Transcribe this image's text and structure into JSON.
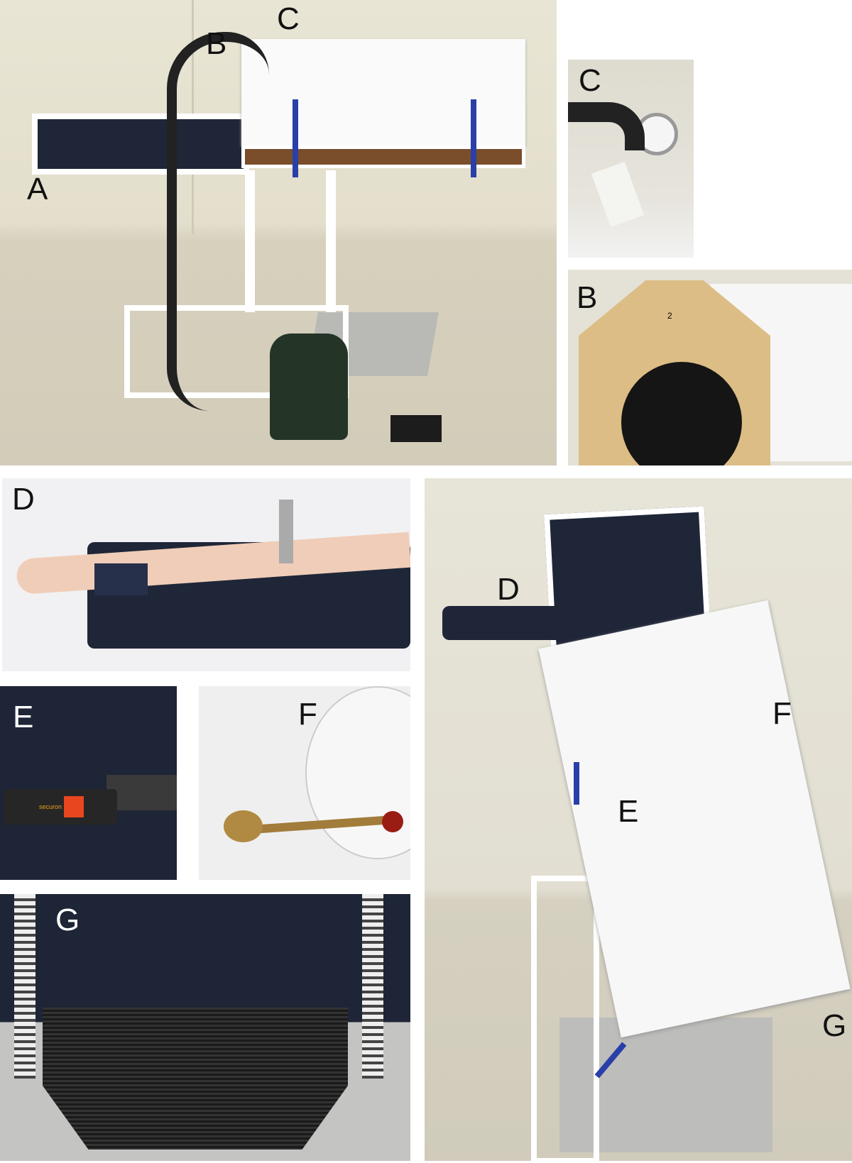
{
  "panels": {
    "main": {
      "labels": {
        "a": "A",
        "b": "B",
        "c": "C"
      }
    },
    "c_detail": {
      "label": "C"
    },
    "b_detail": {
      "label": "B",
      "plate_number": "2"
    },
    "d_detail": {
      "label": "D"
    },
    "e_detail": {
      "label": "E",
      "buckle_text": "securon"
    },
    "f_detail": {
      "label": "F"
    },
    "g_detail": {
      "label": "G"
    },
    "upright": {
      "labels": {
        "d": "D",
        "e": "E",
        "f": "F",
        "g": "G"
      }
    }
  },
  "colors": {
    "wall": "#e6e1cf",
    "floor": "#d8d2c0",
    "mat": "#1f2638",
    "frame": "#ffffff",
    "strap": "#2a3fa8",
    "wood": "#d9b77a"
  }
}
